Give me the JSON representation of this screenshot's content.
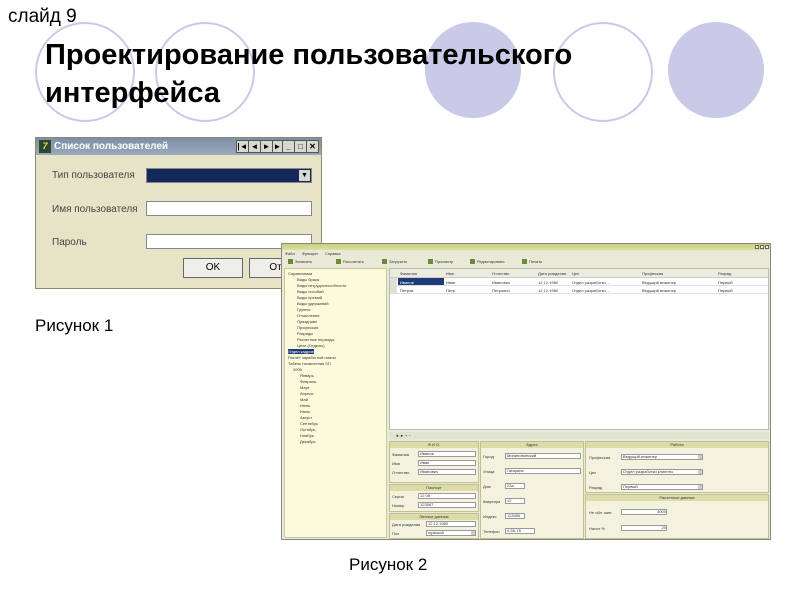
{
  "slide": {
    "number_label": "слайд 9",
    "title": "Проектирование пользовательского интерфейса",
    "caption1": "Рисунок 1",
    "caption2": "Рисунок 2"
  },
  "colors": {
    "circle": "#c9c9e8",
    "dialog_bg": "#e7e3c7",
    "titlebar": "#7c8fa6",
    "selection": "#1e3a78",
    "tree_bg": "#fbfbdc"
  },
  "dialog": {
    "title": "Список пользователей",
    "fields": [
      {
        "label": "Тип пользователя",
        "value": ""
      },
      {
        "label": "Имя пользователя",
        "value": ""
      },
      {
        "label": "Пароль",
        "value": ""
      }
    ],
    "ok_label": "OK",
    "cancel_label": "Отм"
  },
  "main_window": {
    "menu": [
      "Файл",
      "Функции",
      "Справка"
    ],
    "toolbar": [
      "Записать",
      "Рассчитать",
      "Загрузить",
      "Просмотр",
      "Редактировать",
      "Печать"
    ],
    "tree": [
      "Справочники",
      "Виды брака",
      "Виды нетрудоспособности",
      "Виды пособий",
      "Виды премий",
      "Виды удержаний",
      "Группы",
      "Отчисления",
      "Праздники",
      "Профессии",
      "Разряды",
      "Расчетные периоды",
      "Цехи (Отделы)",
      "Отдел кадров",
      "Расчёт заработной платы",
      "Табель начисления ЗП",
      "2009",
      "Январь",
      "Февраль",
      "Март",
      "Апрель",
      "Май",
      "Июнь",
      "Июль",
      "Август",
      "Сентябрь",
      "Октябрь",
      "Ноябрь",
      "Декабрь"
    ],
    "grid": {
      "columns": [
        "Фамилия",
        "Имя",
        "Отчество",
        "Дата рождения",
        "Цех",
        "Профессия",
        "Разряд"
      ],
      "rows": [
        [
          "Иванов",
          "Иван",
          "Иванович",
          "12.12.1980",
          "Отдел разработки ...",
          "Ведущий инженер",
          "Первый"
        ],
        [
          "Петров",
          "Петр",
          "Петрович",
          "12.12.1980",
          "Отдел разработки ...",
          "Ведущий инженер",
          "Первый"
        ]
      ]
    },
    "nav_label": "◄ ► + −",
    "form": {
      "fio_header": "Ф.И.О.",
      "fio": [
        {
          "label": "Фамилия",
          "value": "Иванов"
        },
        {
          "label": "Имя",
          "value": "Иван"
        },
        {
          "label": "Отчество",
          "value": "Иванович"
        }
      ],
      "passport_header": "Паспорт",
      "passport": [
        {
          "label": "Серия",
          "value": "12 08"
        },
        {
          "label": "Номер",
          "value": "123567"
        }
      ],
      "personal_header": "Личные данные",
      "personal": [
        {
          "label": "Дата рождения",
          "value": "12.12.1980"
        },
        {
          "label": "Пол",
          "value": "мужской"
        }
      ],
      "address_header": "Адрес",
      "address": [
        {
          "label": "Город",
          "value": "Мининовинский"
        },
        {
          "label": "Улица",
          "value": "Гагарина"
        },
        {
          "label": "Дом",
          "value": "23а"
        },
        {
          "label": "Квартира",
          "value": "12"
        },
        {
          "label": "Индекс",
          "value": "123456"
        },
        {
          "label": "Телефон",
          "value": "4-56-78"
        }
      ],
      "work_header": "Работа",
      "work": [
        {
          "label": "Профессия",
          "value": "Ведущий инженер"
        },
        {
          "label": "Цех",
          "value": "Отдел разработки клиенты"
        },
        {
          "label": "Разряд",
          "value": "Первый"
        }
      ],
      "calc_header": "Расчетные данные",
      "calc": [
        {
          "label": "Не обл. мин.",
          "value": "4000"
        },
        {
          "label": "Налог %",
          "value": "20"
        }
      ]
    }
  }
}
